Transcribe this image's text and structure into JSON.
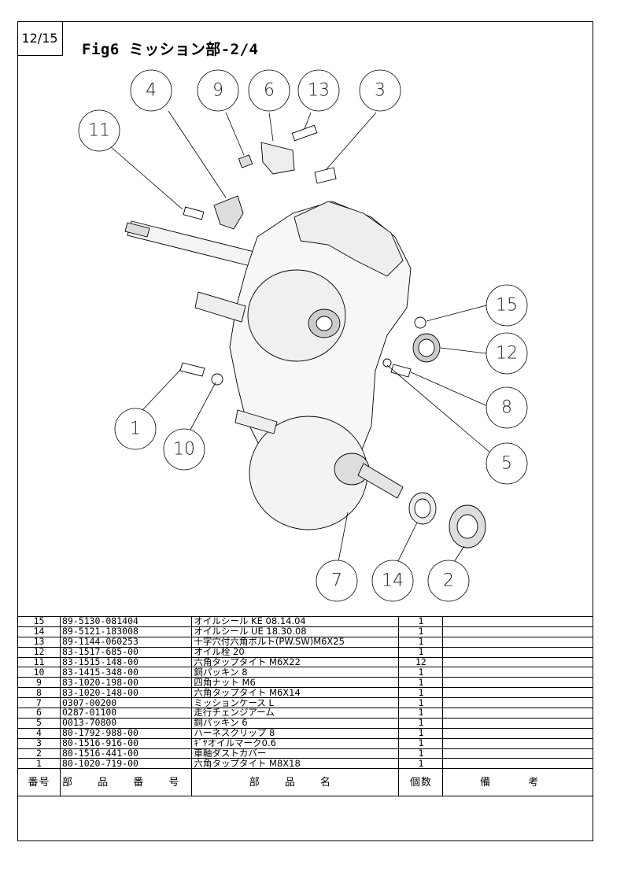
{
  "page": {
    "number": "12/15",
    "title": "Fig6  ミッション部-2/4"
  },
  "callouts": [
    "4",
    "9",
    "6",
    "13",
    "3",
    "11",
    "15",
    "12",
    "8",
    "5",
    "1",
    "10",
    "7",
    "14",
    "2"
  ],
  "table": {
    "headers": {
      "no": "番号",
      "part_number": "部 品 番 号",
      "part_name": "部 品 名",
      "qty": "個数",
      "remarks": "備 考"
    },
    "rows": [
      {
        "no": "15",
        "part_number": "89-5130-081404",
        "name": "オイルシール KE 08.14.04",
        "qty": "1",
        "remarks": ""
      },
      {
        "no": "14",
        "part_number": "89-5121-183008",
        "name": "オイルシール UE 18.30.08",
        "qty": "1",
        "remarks": ""
      },
      {
        "no": "13",
        "part_number": "89-1144-060253",
        "name": "十字穴付六角ボルト(PW.SW)M6X25",
        "qty": "1",
        "remarks": ""
      },
      {
        "no": "12",
        "part_number": "83-1517-685-00",
        "name": "オイル栓 20",
        "qty": "1",
        "remarks": ""
      },
      {
        "no": "11",
        "part_number": "83-1515-148-00",
        "name": "六角タップタイト M6X22",
        "qty": "12",
        "remarks": ""
      },
      {
        "no": "10",
        "part_number": "83-1415-348-00",
        "name": "銅パッキン 8",
        "qty": "1",
        "remarks": ""
      },
      {
        "no": "9",
        "part_number": "83-1020-198-00",
        "name": "四角ナット M6",
        "qty": "1",
        "remarks": ""
      },
      {
        "no": "8",
        "part_number": "83-1020-148-00",
        "name": "六角タップタイト M6X14",
        "qty": "1",
        "remarks": ""
      },
      {
        "no": "7",
        "part_number": "0307-00200",
        "name": "ミッションケース L",
        "qty": "1",
        "remarks": ""
      },
      {
        "no": "6",
        "part_number": "0287-01100",
        "name": "走行チェンジアーム",
        "qty": "1",
        "remarks": ""
      },
      {
        "no": "5",
        "part_number": "0013-70800",
        "name": "銅パッキン 6",
        "qty": "1",
        "remarks": ""
      },
      {
        "no": "4",
        "part_number": "80-1792-988-00",
        "name": "ハーネスクリップ 8",
        "qty": "1",
        "remarks": ""
      },
      {
        "no": "3",
        "part_number": "80-1516-916-00",
        "name": "ｷﾞﾔオイルマーク0.6",
        "qty": "1",
        "remarks": ""
      },
      {
        "no": "2",
        "part_number": "80-1516-441-00",
        "name": "車軸ダストカバー",
        "qty": "1",
        "remarks": ""
      },
      {
        "no": "1",
        "part_number": "80-1020-719-00",
        "name": "六角タップタイト M8X18",
        "qty": "1",
        "remarks": ""
      }
    ]
  }
}
